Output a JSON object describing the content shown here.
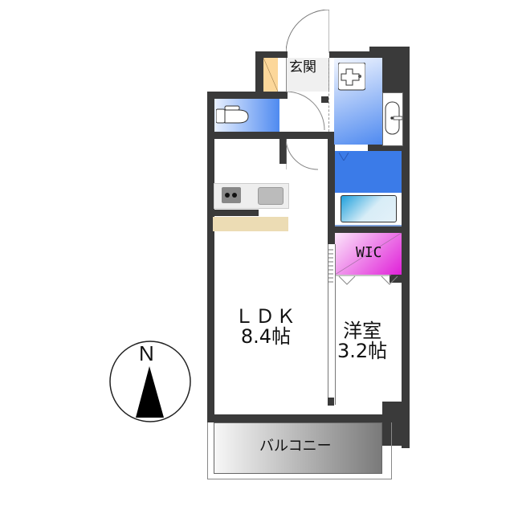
{
  "floorplan": {
    "rooms": {
      "entrance": {
        "label": "玄関"
      },
      "ldk": {
        "name": "ＬＤＫ",
        "size": "8.4帖"
      },
      "western_room": {
        "name": "洋室",
        "size": "3.2帖"
      },
      "wic": {
        "label": "WIC"
      },
      "balcony": {
        "label": "バルコニー"
      }
    },
    "compass": {
      "label": "N"
    },
    "colors": {
      "wall": "#3a3a3a",
      "wet_area_blue": "#3b7be8",
      "wic_magenta": "#e020d8",
      "counter_beige": "#ecdcb4",
      "shoe_box_orange": "#fcd79a",
      "balcony_gray": "#9a9a9a"
    }
  }
}
